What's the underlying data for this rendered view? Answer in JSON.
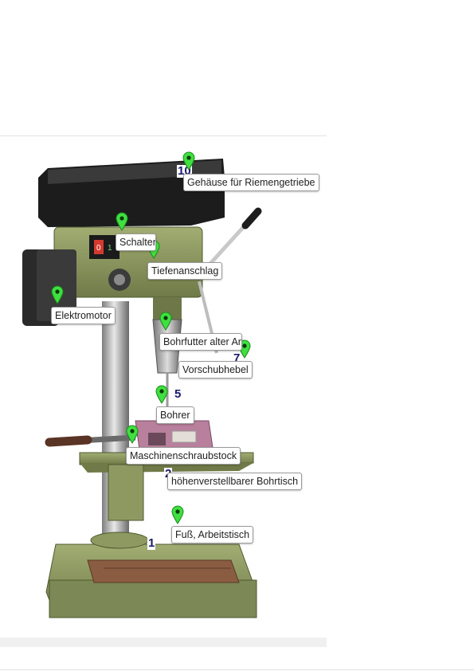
{
  "labels": {
    "gehaeuse": "Gehäuse für Riemengetriebe",
    "schalter": "Schalter",
    "tiefenanschlag": "Tiefenanschlag",
    "elektromotor": "Elektromotor",
    "bohrfutter": "Bohrfutter alter Art",
    "vorschubhebel": "Vorschubhebel",
    "bohrer": "Bohrer",
    "schraubstock": "Maschinenschraubstock",
    "bohrtisch": "höhenverstellbarer Bohrtisch",
    "fuss": "Fuß, Arbeitstisch"
  },
  "numbers": {
    "n10": "10",
    "n7": "7",
    "n5": "5",
    "n2": "2",
    "n1": "1"
  },
  "switch": {
    "off": "0",
    "on": "1"
  },
  "colors": {
    "pin": "#3fe03f",
    "machine_green": "#8f9b62",
    "housing": "#1c1c1c",
    "vise": "#b8809c",
    "table_top": "#7a5a45"
  }
}
